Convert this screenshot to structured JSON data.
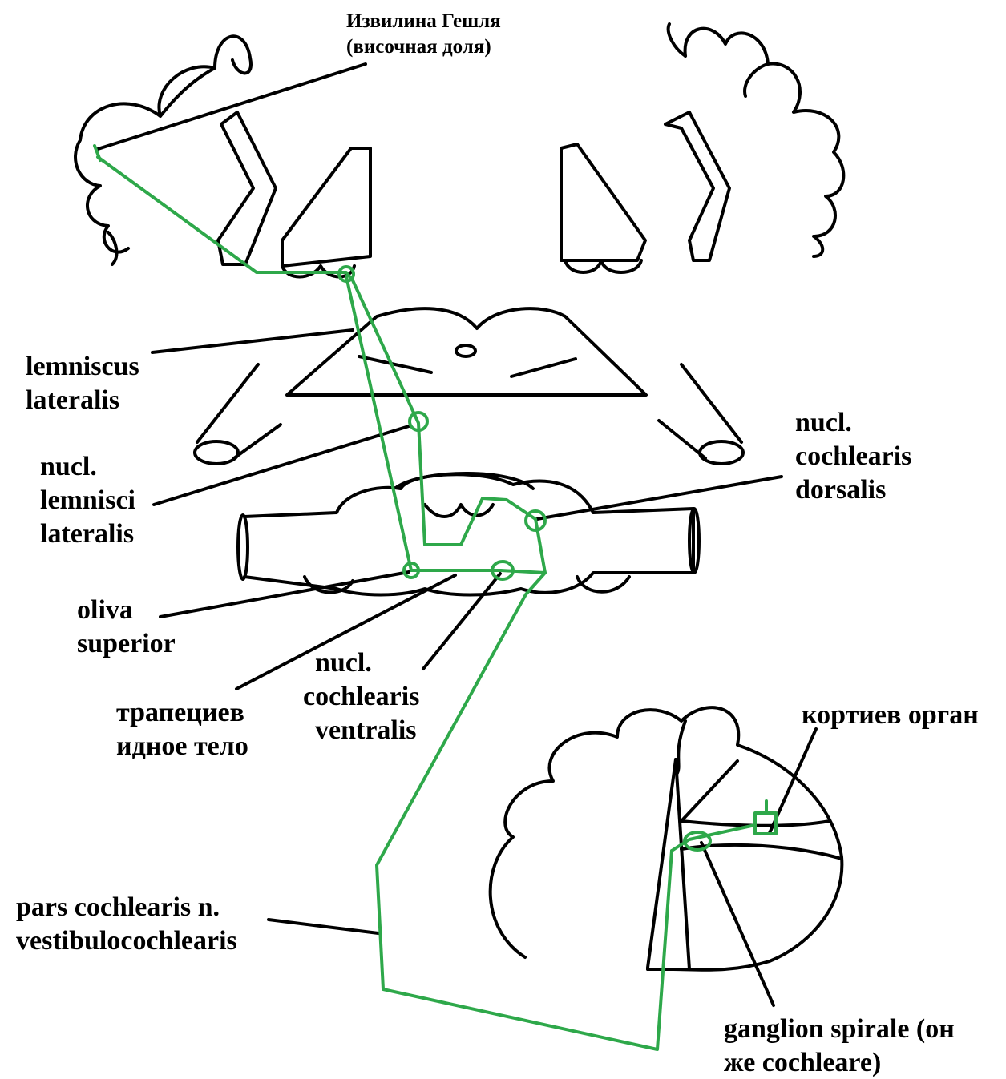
{
  "labels": {
    "heschl_line1": "Извилина Гешля",
    "heschl_line2": "(височная доля)",
    "lemniscus_line1": "lemniscus",
    "lemniscus_line2": "lateralis",
    "nucl_lemn_line1": "nucl.",
    "nucl_lemn_line2": "lemnisci",
    "nucl_lemn_line3": "lateralis",
    "dorsalis_line1": "nucl.",
    "dorsalis_line2": "cochlearis",
    "dorsalis_line3": "dorsalis",
    "oliva_line1": "oliva",
    "oliva_line2": "superior",
    "ventralis_line1": "nucl.",
    "ventralis_line2": "cochlearis",
    "ventralis_line3": "ventralis",
    "trapez_line1": "трапециев",
    "trapez_line2": "идное тело",
    "corti": "кортиев орган",
    "pars_line1": "pars cochlearis n.",
    "pars_line2": "vestibulocochlearis",
    "ganglion_line1": "ganglion spirale (он",
    "ganglion_line2": "же cochleare)"
  },
  "colors": {
    "pathway": "#2ea84a",
    "outline": "#000000",
    "background": "#ffffff"
  }
}
